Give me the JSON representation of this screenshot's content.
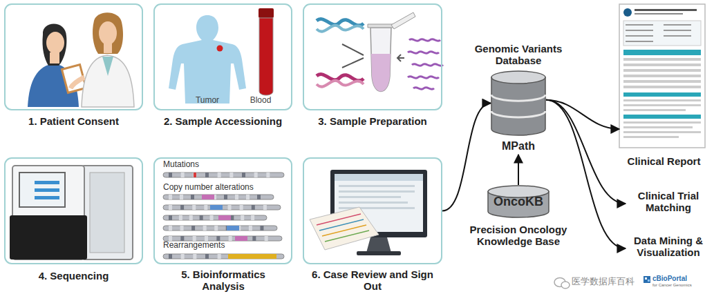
{
  "diagram": {
    "nodes": [
      {
        "text": [
          "1. Patient Consent"
        ]
      },
      {
        "text": [
          "2. Sample Accessioning",
          "Tumor",
          "Blood"
        ]
      },
      {
        "text": [
          "3. Sample Preparation"
        ]
      },
      {
        "text": [
          "4. Sequencing"
        ]
      },
      {
        "text": [
          "5. Bioinformatics Analysis",
          "Mutations",
          "Copy number alterations",
          "Rearrangements"
        ]
      },
      {
        "text": [
          "6. Case Review and Sign Out"
        ]
      },
      {
        "text": [
          "Genomic Variants Database",
          "MPath"
        ]
      },
      {
        "text": [
          "OncoKB",
          "Precision Oncology Knowledge Base"
        ]
      },
      {
        "text": [
          "Clinical Report"
        ]
      },
      {
        "text": [
          "Clinical Trial Matching"
        ]
      },
      {
        "text": [
          "Data Mining & Visualization"
        ]
      }
    ],
    "edges": [
      {
        "from": 5,
        "to": 6,
        "arrow": "to"
      },
      {
        "from": 7,
        "to": 6,
        "arrow": "to"
      },
      {
        "from": 6,
        "to": 8,
        "arrow": "to"
      },
      {
        "from": 6,
        "to": 9,
        "arrow": "to"
      },
      {
        "from": 6,
        "to": 10,
        "arrow": "to"
      }
    ],
    "labels": [
      "医学数据库百科",
      "cBioPortal",
      "for Cancer Genomics"
    ]
  }
}
